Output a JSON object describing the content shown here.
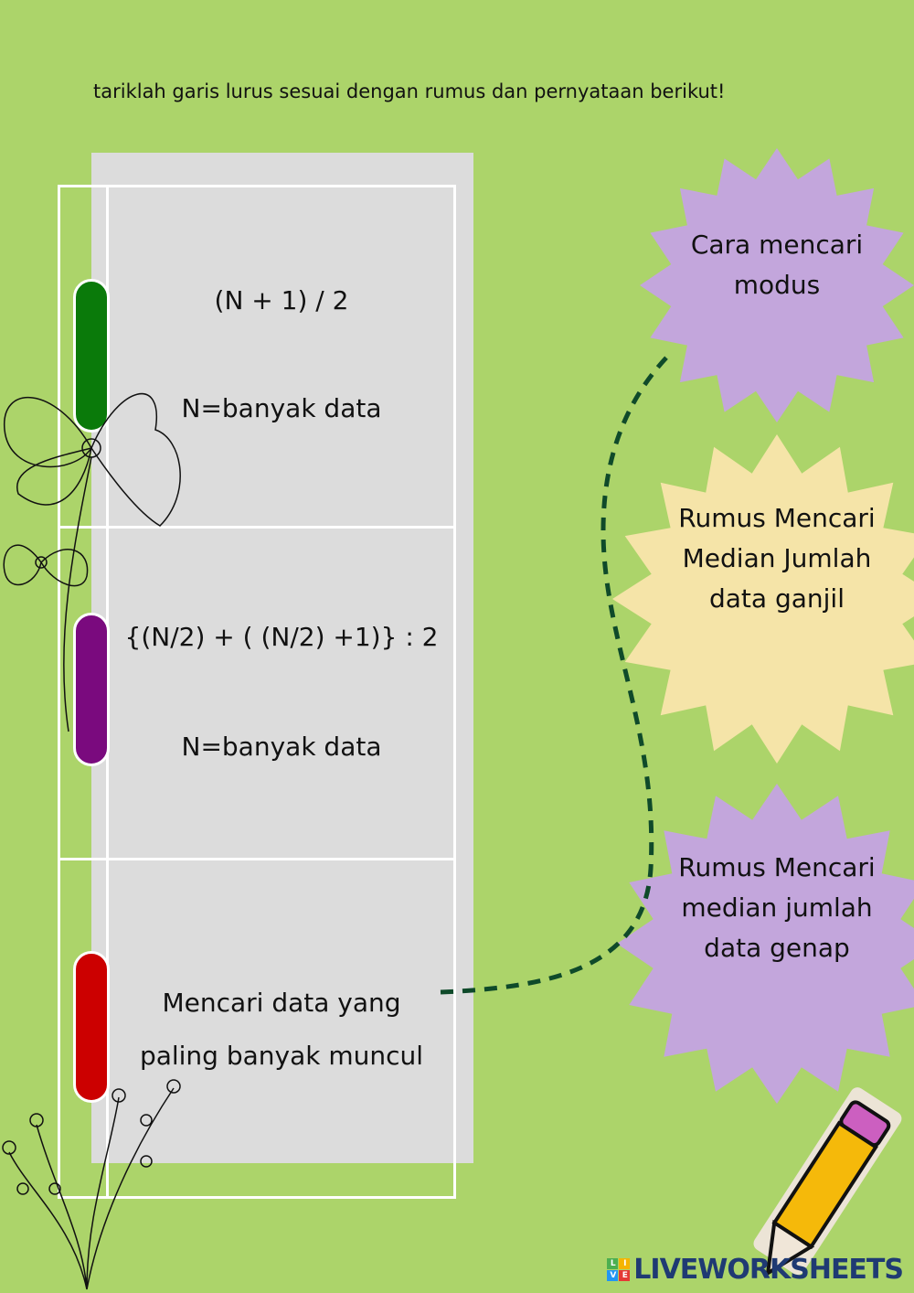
{
  "instruction": "tariklah garis lurus sesuai dengan rumus dan pernyataan berikut!",
  "rows": [
    {
      "formula": "(N + 1) / 2",
      "note": "N=banyak data",
      "color": "#0a7a0a"
    },
    {
      "formula": "{(N/2) + ( (N/2) +1)} : 2",
      "note": "N=banyak data",
      "color": "#7a0a7e"
    },
    {
      "line1": "Mencari data yang",
      "line2": "paling banyak muncul",
      "color": "#cc0000"
    }
  ],
  "answers": [
    {
      "text": "Cara mencari modus",
      "color": "#c3a6dc"
    },
    {
      "text": "Rumus Mencari Median Jumlah data ganjil",
      "color": "#f5e4a8"
    },
    {
      "text": "Rumus Mencari median jumlah data genap",
      "color": "#c3a6dc"
    }
  ],
  "logo": {
    "text": "LIVEWORKSHEETS",
    "badge": [
      "L",
      "I",
      "V",
      "E"
    ]
  }
}
